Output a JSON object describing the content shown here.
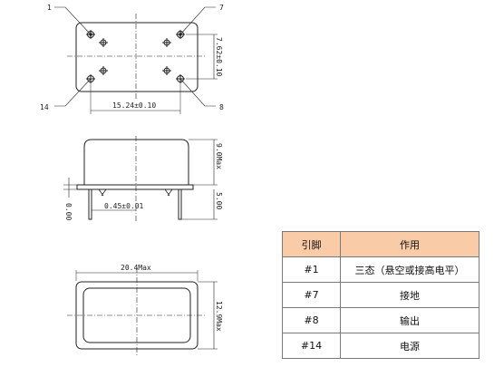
{
  "pin_labels": {
    "p1": "1",
    "p7": "7",
    "p14": "14",
    "p8": "8"
  },
  "dimensions": {
    "pin_row_spacing": "7.62±0.10",
    "pin_col_spacing": "15.24±0.10",
    "height": "9.0Max",
    "standoff": "0.00",
    "pin_diameter": "0.45±0.01",
    "pin_length": "5.00",
    "length": "20.4Max",
    "width": "12.9Max"
  },
  "table": {
    "headers": [
      "引脚",
      "作用"
    ],
    "rows": [
      [
        "#1",
        "三态（悬空或接高电平）"
      ],
      [
        "#7",
        "接地"
      ],
      [
        "#8",
        "输出"
      ],
      [
        "#14",
        "电源"
      ]
    ]
  }
}
